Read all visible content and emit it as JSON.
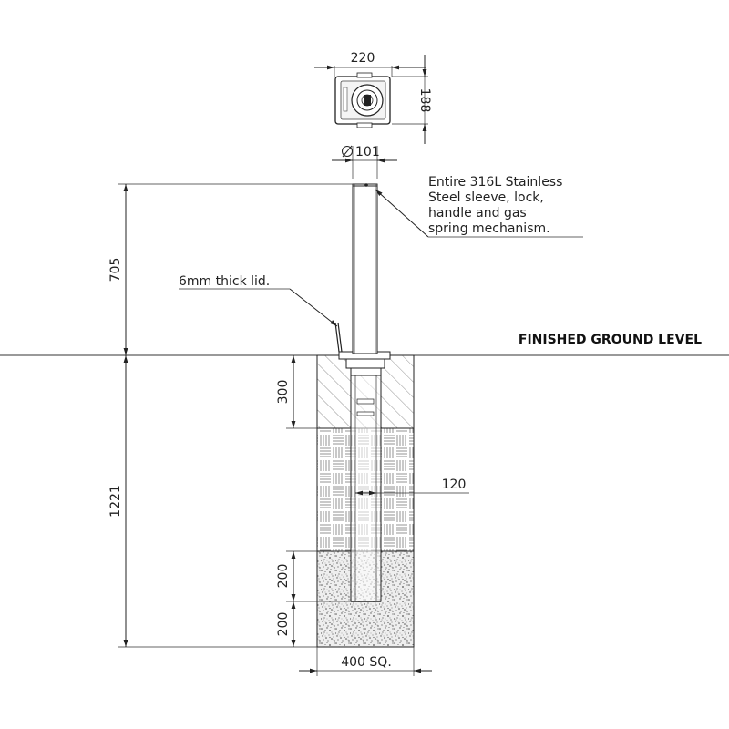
{
  "drawing": {
    "plan_view": {
      "width_label": "220",
      "depth_label": "188"
    },
    "diameter_label": "101",
    "above_ground_height": "705",
    "below_ground_height": "1221",
    "layer_top_depth": "300",
    "inner_dim": "120",
    "layer_depth_a": "200",
    "layer_depth_b": "200",
    "footing_width": "400 SQ.",
    "ground_level_label": "FINISHED GROUND LEVEL",
    "lid_note": "6mm thick lid.",
    "material_note": {
      "line1": "Entire 316L Stainless",
      "line2": "Steel sleeve, lock,",
      "line3": "handle and gas",
      "line4": "spring mechanism."
    }
  }
}
